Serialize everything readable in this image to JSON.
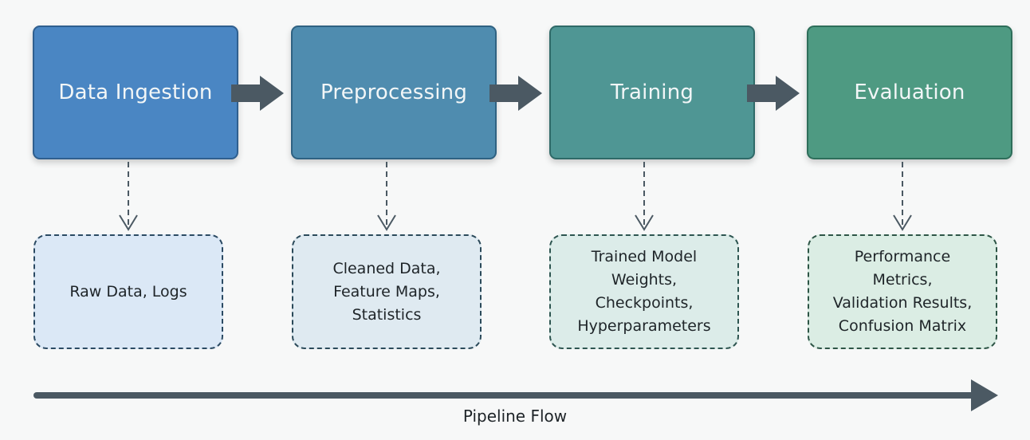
{
  "diagram": {
    "stages": [
      {
        "label": "Data Ingestion",
        "fill": "#4a86c3",
        "border": "#2f5f8f",
        "artifact_fill": "#dbe8f6",
        "artifact_border": "#2b4a63"
      },
      {
        "label": "Preprocessing",
        "fill": "#4f8caf",
        "border": "#2f6282",
        "artifact_fill": "#dfeaf1",
        "artifact_border": "#2b4a5a"
      },
      {
        "label": "Training",
        "fill": "#4f9694",
        "border": "#2f6a68",
        "artifact_fill": "#dcece9",
        "artifact_border": "#2d5550"
      },
      {
        "label": "Evaluation",
        "fill": "#4e9a82",
        "border": "#2e6e5a",
        "artifact_fill": "#dbede4",
        "artifact_border": "#2d5546"
      }
    ],
    "artifacts": [
      "Raw Data, Logs",
      "Cleaned Data,\nFeature Maps,\nStatistics",
      "Trained Model\nWeights,\nCheckpoints,\nHyperparameters",
      "Performance\nMetrics,\nValidation Results,\nConfusion Matrix"
    ],
    "flow_caption": "Pipeline Flow",
    "arrow_color": "#4b5963",
    "connector_color": "#4b5963"
  }
}
